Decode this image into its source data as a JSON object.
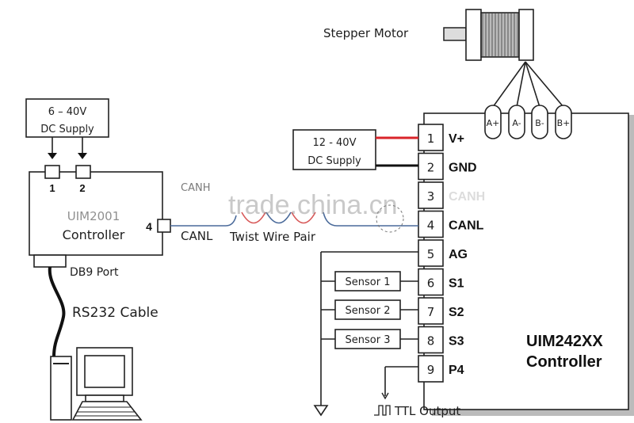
{
  "motor": {
    "label": "Stepper Motor"
  },
  "motor_terminals": [
    "A+",
    "A-",
    "B-",
    "B+"
  ],
  "left_supply": {
    "voltage": "6 – 40V",
    "label": "DC Supply"
  },
  "left_controller": {
    "pins": [
      "1",
      "2"
    ],
    "model": "UIM2001",
    "label": "Controller",
    "can_pin": "4",
    "canh_label": "CANH",
    "canl_label": "CANL",
    "db9_label": "DB9 Port",
    "cable_label": "RS232 Cable"
  },
  "twist_label": "Twist Wire Pair",
  "right_supply": {
    "voltage": "12 - 40V",
    "label": "DC Supply"
  },
  "right_controller": {
    "model": "UIM242XX",
    "label": "Controller",
    "pins": [
      {
        "num": "1",
        "name": "V+"
      },
      {
        "num": "2",
        "name": "GND"
      },
      {
        "num": "3",
        "name": "CANH"
      },
      {
        "num": "4",
        "name": "CANL"
      },
      {
        "num": "5",
        "name": "AG"
      },
      {
        "num": "6",
        "name": "S1"
      },
      {
        "num": "7",
        "name": "S2"
      },
      {
        "num": "8",
        "name": "S3"
      },
      {
        "num": "9",
        "name": "P4"
      }
    ]
  },
  "sensors": [
    "Sensor 1",
    "Sensor 2",
    "Sensor 3"
  ],
  "ttl_label": "TTL Output",
  "watermark": "trade.china.cn",
  "colors": {
    "vplus_wire": "#d9242a",
    "gnd_wire": "#111111",
    "can_wire": "#4a6a9a",
    "twist_red": "#d85a5a"
  }
}
